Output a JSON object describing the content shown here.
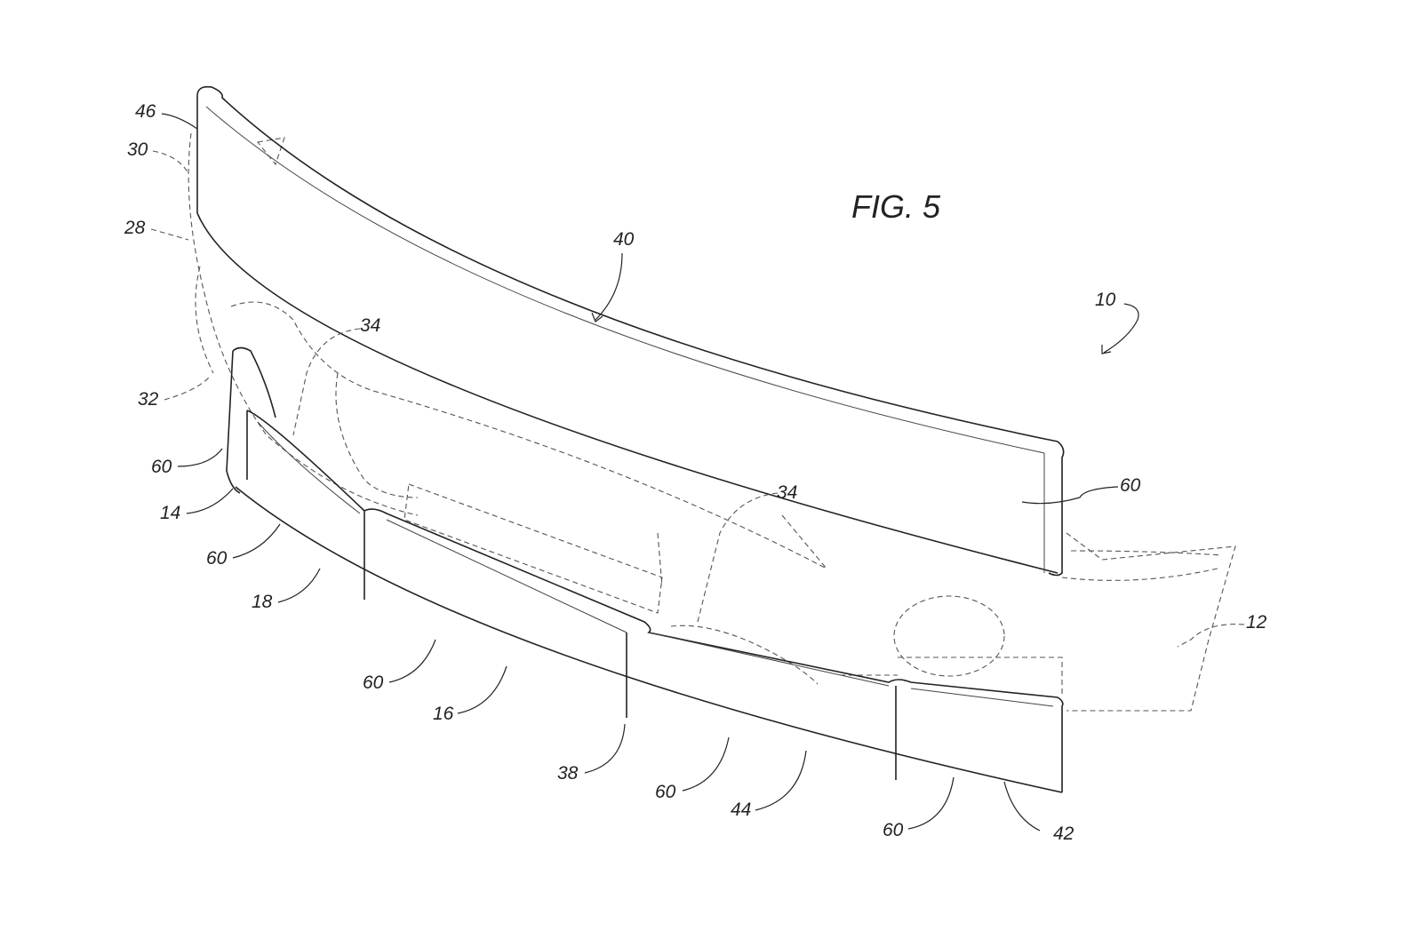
{
  "figure_title": "FIG. 5",
  "labels": {
    "l46": "46",
    "l30": "30",
    "l28": "28",
    "l32": "32",
    "l60a": "60",
    "l14": "14",
    "l60b": "60",
    "l18": "18",
    "l60c": "60",
    "l16": "16",
    "l38": "38",
    "l60d": "60",
    "l44": "44",
    "l60e": "60",
    "l42": "42",
    "l12": "12",
    "l60f": "60",
    "l34a": "34",
    "l34b": "34",
    "l40": "40",
    "l10": "10"
  }
}
